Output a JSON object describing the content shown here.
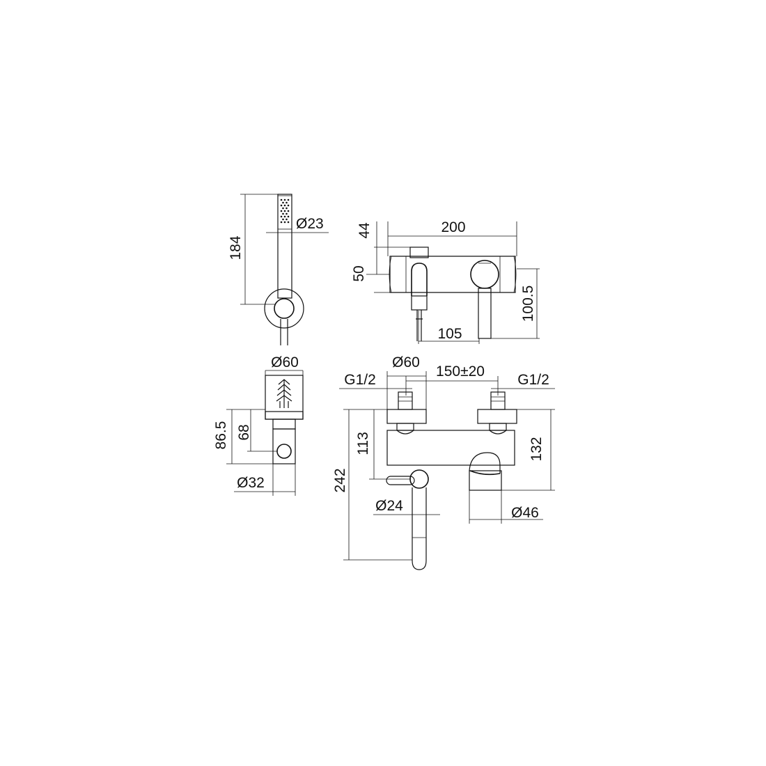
{
  "dimensions": {
    "hand_shower_length": "184",
    "hand_shower_diameter": "Ø23",
    "mixer_width": "200",
    "spout_top_offset": "44",
    "body_height": "50",
    "lever_depth": "100.5",
    "spout_projection": "105",
    "holder_flange_diameter": "Ø60",
    "holder_total_height": "86.5",
    "holder_center_height": "68",
    "holder_hose_diameter": "Ø32",
    "flange_diameter": "Ø60",
    "inlet_center_distance": "150±20",
    "left_connection": "G1/2",
    "right_connection": "G1/2",
    "spout_total_height": "242",
    "spout_axis_height": "113",
    "lever_axis_height": "132",
    "spout_diameter": "Ø24",
    "lever_diameter": "Ø46"
  },
  "colors": {
    "line": "#111111",
    "background": "#ffffff"
  }
}
